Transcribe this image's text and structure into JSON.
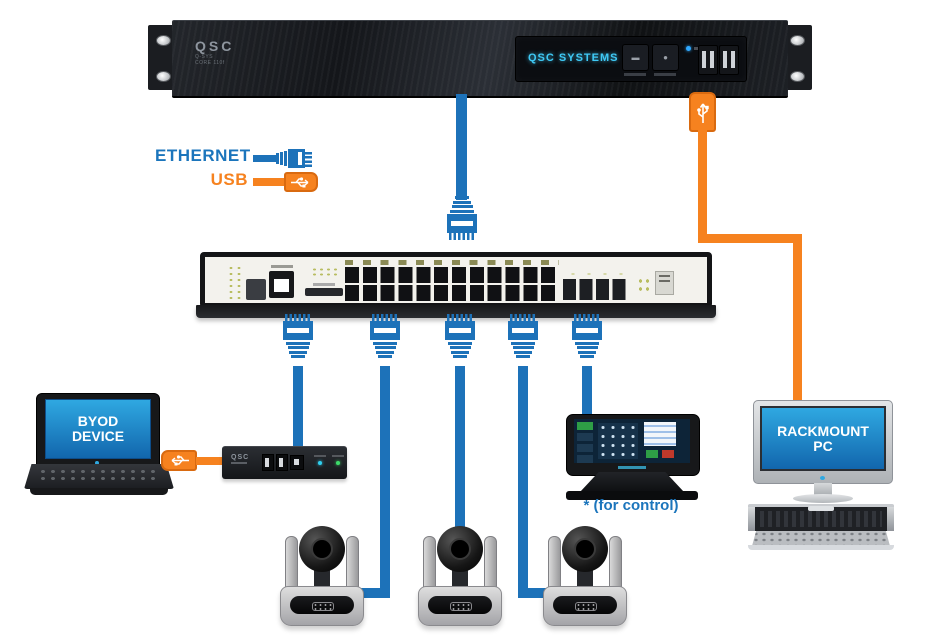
{
  "core_unit": {
    "brand": "QSC",
    "model_line1": "Q-SYS",
    "model_line2": "CORE 110f",
    "display_text": "QSC SYSTEMS"
  },
  "legend": {
    "ethernet": {
      "label": "ETHERNET",
      "color": "#1b75bc",
      "icon": "ethernet-cable-icon"
    },
    "usb": {
      "label": "USB",
      "color": "#f6821f",
      "icon": "usb-cable-icon"
    }
  },
  "network_switch": {
    "rj45_ports": 24,
    "sfp_ports": 4
  },
  "byod": {
    "line1": "BYOD",
    "line2": "DEVICE"
  },
  "usb_bridge": {
    "brand": "QSC"
  },
  "touch_panel": {
    "note": "* (for control)"
  },
  "rackmount_pc": {
    "line1": "RACKMOUNT",
    "line2": "PC"
  },
  "cameras": {
    "count": 3
  },
  "colors": {
    "ethernet_blue": "#1d72b9",
    "usb_orange": "#f6821f",
    "screen_blue_top": "#2fa8e1",
    "screen_blue_bottom": "#1266ad",
    "display_cyan": "#3fc9f5"
  }
}
